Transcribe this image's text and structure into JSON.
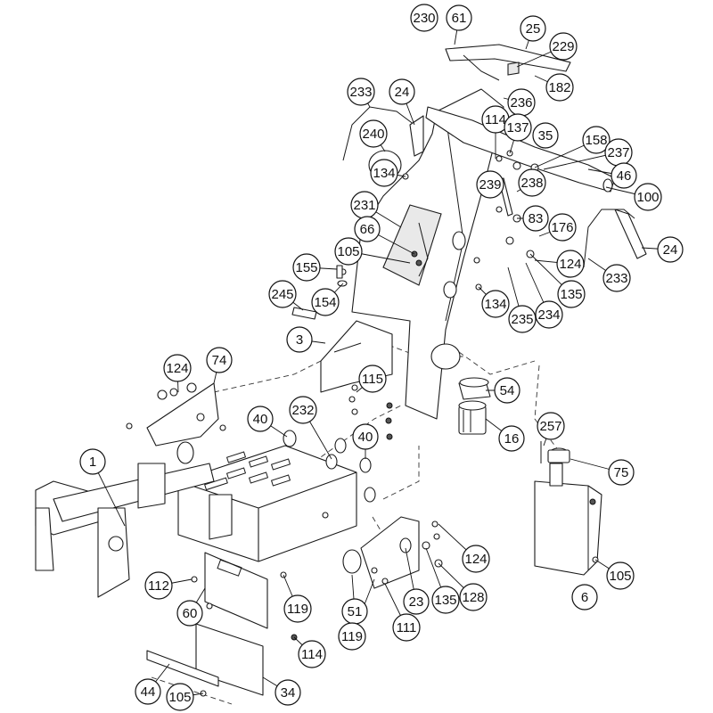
{
  "callouts": [
    {
      "id": "c230",
      "label": "230"
    },
    {
      "id": "c61",
      "label": "61"
    },
    {
      "id": "c25",
      "label": "25"
    },
    {
      "id": "c229",
      "label": "229"
    },
    {
      "id": "c182",
      "label": "182"
    },
    {
      "id": "c233a",
      "label": "233"
    },
    {
      "id": "c24a",
      "label": "24"
    },
    {
      "id": "c236",
      "label": "236"
    },
    {
      "id": "c114a",
      "label": "114"
    },
    {
      "id": "c137",
      "label": "137"
    },
    {
      "id": "c35",
      "label": "35"
    },
    {
      "id": "c158",
      "label": "158"
    },
    {
      "id": "c237",
      "label": "237"
    },
    {
      "id": "c240",
      "label": "240"
    },
    {
      "id": "c46",
      "label": "46"
    },
    {
      "id": "c239",
      "label": "239"
    },
    {
      "id": "c238",
      "label": "238"
    },
    {
      "id": "c134a",
      "label": "134"
    },
    {
      "id": "c100",
      "label": "100"
    },
    {
      "id": "c83",
      "label": "83"
    },
    {
      "id": "c231",
      "label": "231"
    },
    {
      "id": "c176",
      "label": "176"
    },
    {
      "id": "c66",
      "label": "66"
    },
    {
      "id": "c24b",
      "label": "24"
    },
    {
      "id": "c105a",
      "label": "105"
    },
    {
      "id": "c124a",
      "label": "124"
    },
    {
      "id": "c155",
      "label": "155"
    },
    {
      "id": "c233b",
      "label": "233"
    },
    {
      "id": "c135a",
      "label": "135"
    },
    {
      "id": "c245",
      "label": "245"
    },
    {
      "id": "c154",
      "label": "154"
    },
    {
      "id": "c134b",
      "label": "134"
    },
    {
      "id": "c234",
      "label": "234"
    },
    {
      "id": "c235",
      "label": "235"
    },
    {
      "id": "c3",
      "label": "3"
    },
    {
      "id": "c124b",
      "label": "124"
    },
    {
      "id": "c74",
      "label": "74"
    },
    {
      "id": "c115",
      "label": "115"
    },
    {
      "id": "c54",
      "label": "54"
    },
    {
      "id": "c40a",
      "label": "40"
    },
    {
      "id": "c232",
      "label": "232"
    },
    {
      "id": "c40b",
      "label": "40"
    },
    {
      "id": "c16",
      "label": "16"
    },
    {
      "id": "c257",
      "label": "257"
    },
    {
      "id": "c1",
      "label": "1"
    },
    {
      "id": "c75",
      "label": "75"
    },
    {
      "id": "c124c",
      "label": "124"
    },
    {
      "id": "c105b",
      "label": "105"
    },
    {
      "id": "c112",
      "label": "112"
    },
    {
      "id": "c60",
      "label": "60"
    },
    {
      "id": "c119a",
      "label": "119"
    },
    {
      "id": "c51",
      "label": "51"
    },
    {
      "id": "c23",
      "label": "23"
    },
    {
      "id": "c135b",
      "label": "135"
    },
    {
      "id": "c128",
      "label": "128"
    },
    {
      "id": "c6",
      "label": "6"
    },
    {
      "id": "c119b",
      "label": "119"
    },
    {
      "id": "c111",
      "label": "111"
    },
    {
      "id": "c114b",
      "label": "114"
    },
    {
      "id": "c44",
      "label": "44"
    },
    {
      "id": "c34",
      "label": "34"
    },
    {
      "id": "c105c",
      "label": "105"
    }
  ]
}
